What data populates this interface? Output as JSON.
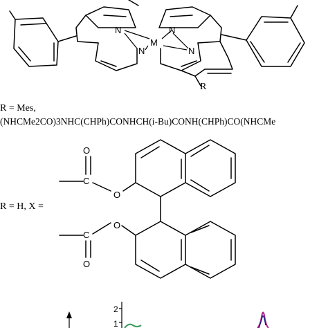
{
  "porphyrin": {
    "atoms": {
      "n_top_left": "N",
      "n_top_right": "N",
      "n_bottom_left": "N",
      "n_bottom_right": "N",
      "metal": "M",
      "substituent": "R"
    }
  },
  "definitions": {
    "line1": "R = Mes,",
    "line2": "(NHCMe2CO)3NHC(CHPh)CONHCH(i-Bu)CONH(CHPh)CO(NHCMe",
    "line3": "R = H, X ="
  },
  "binaphthyl": {
    "atoms": {
      "o_carbonyl_top": "O",
      "c_top": "C",
      "o_ester_top": "O",
      "o_ester_bottom": "O",
      "c_bottom": "C",
      "o_carbonyl_bottom": "O"
    }
  },
  "plot_fragment": {
    "tick_labels": [
      "2",
      "1"
    ],
    "colors": {
      "green": "#3a9a5a",
      "magenta": "#b0208a",
      "navy": "#1a1a7a"
    }
  }
}
